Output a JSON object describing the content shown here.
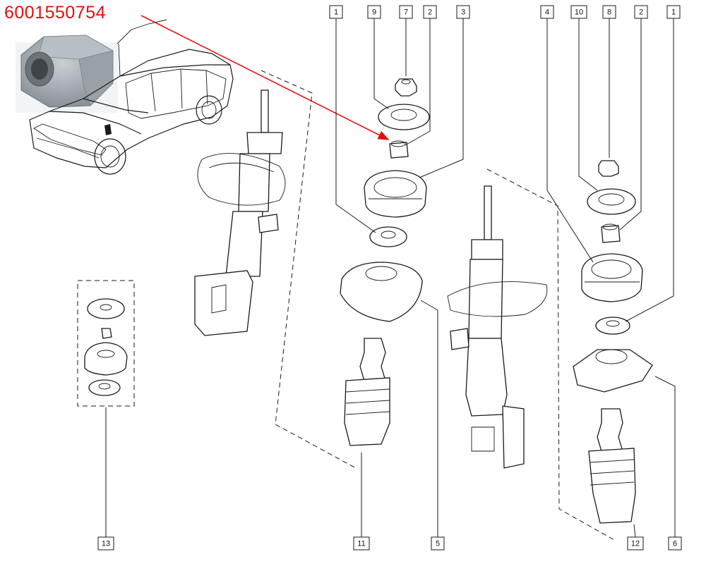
{
  "diagram": {
    "part_number": "6001550754",
    "highlight_color": "#e01010",
    "callouts": {
      "c1a": "1",
      "c9": "9",
      "c7": "7",
      "c2a": "2",
      "c3": "3",
      "c4": "4",
      "c10": "10",
      "c8": "8",
      "c2b": "2",
      "c1b": "1",
      "c13": "13",
      "c11": "11",
      "c5": "5",
      "c12": "12",
      "c6": "6"
    }
  }
}
